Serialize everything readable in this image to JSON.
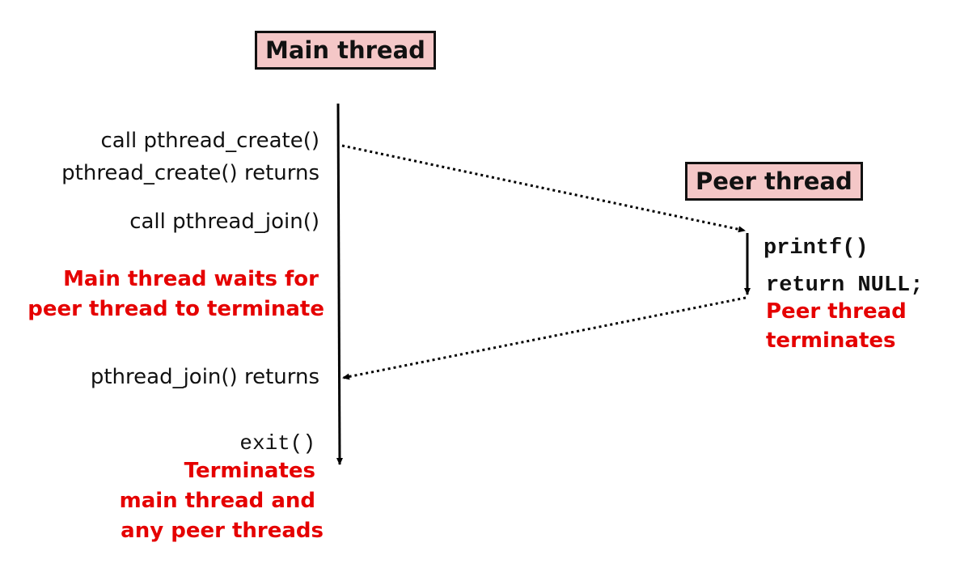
{
  "main_thread": {
    "title": "Main thread",
    "call_create": "call pthread_create()",
    "create_returns": "pthread_create() returns",
    "call_join": "call pthread_join()",
    "waits_line1": "Main thread waits for",
    "waits_line2": "peer  thread to terminate",
    "join_returns": "pthread_join() returns",
    "exit_call": "exit()",
    "terminates_line1": "Terminates",
    "terminates_line2": "main thread and",
    "terminates_line3": "any peer threads"
  },
  "peer_thread": {
    "title": "Peer thread",
    "printf": "printf()",
    "return_null": "return NULL;",
    "terminates_line1": "Peer thread",
    "terminates_line2": "terminates"
  },
  "colors": {
    "box_fill": "#f4c7c7",
    "emphasis_text": "#e50000",
    "line": "#000000"
  }
}
